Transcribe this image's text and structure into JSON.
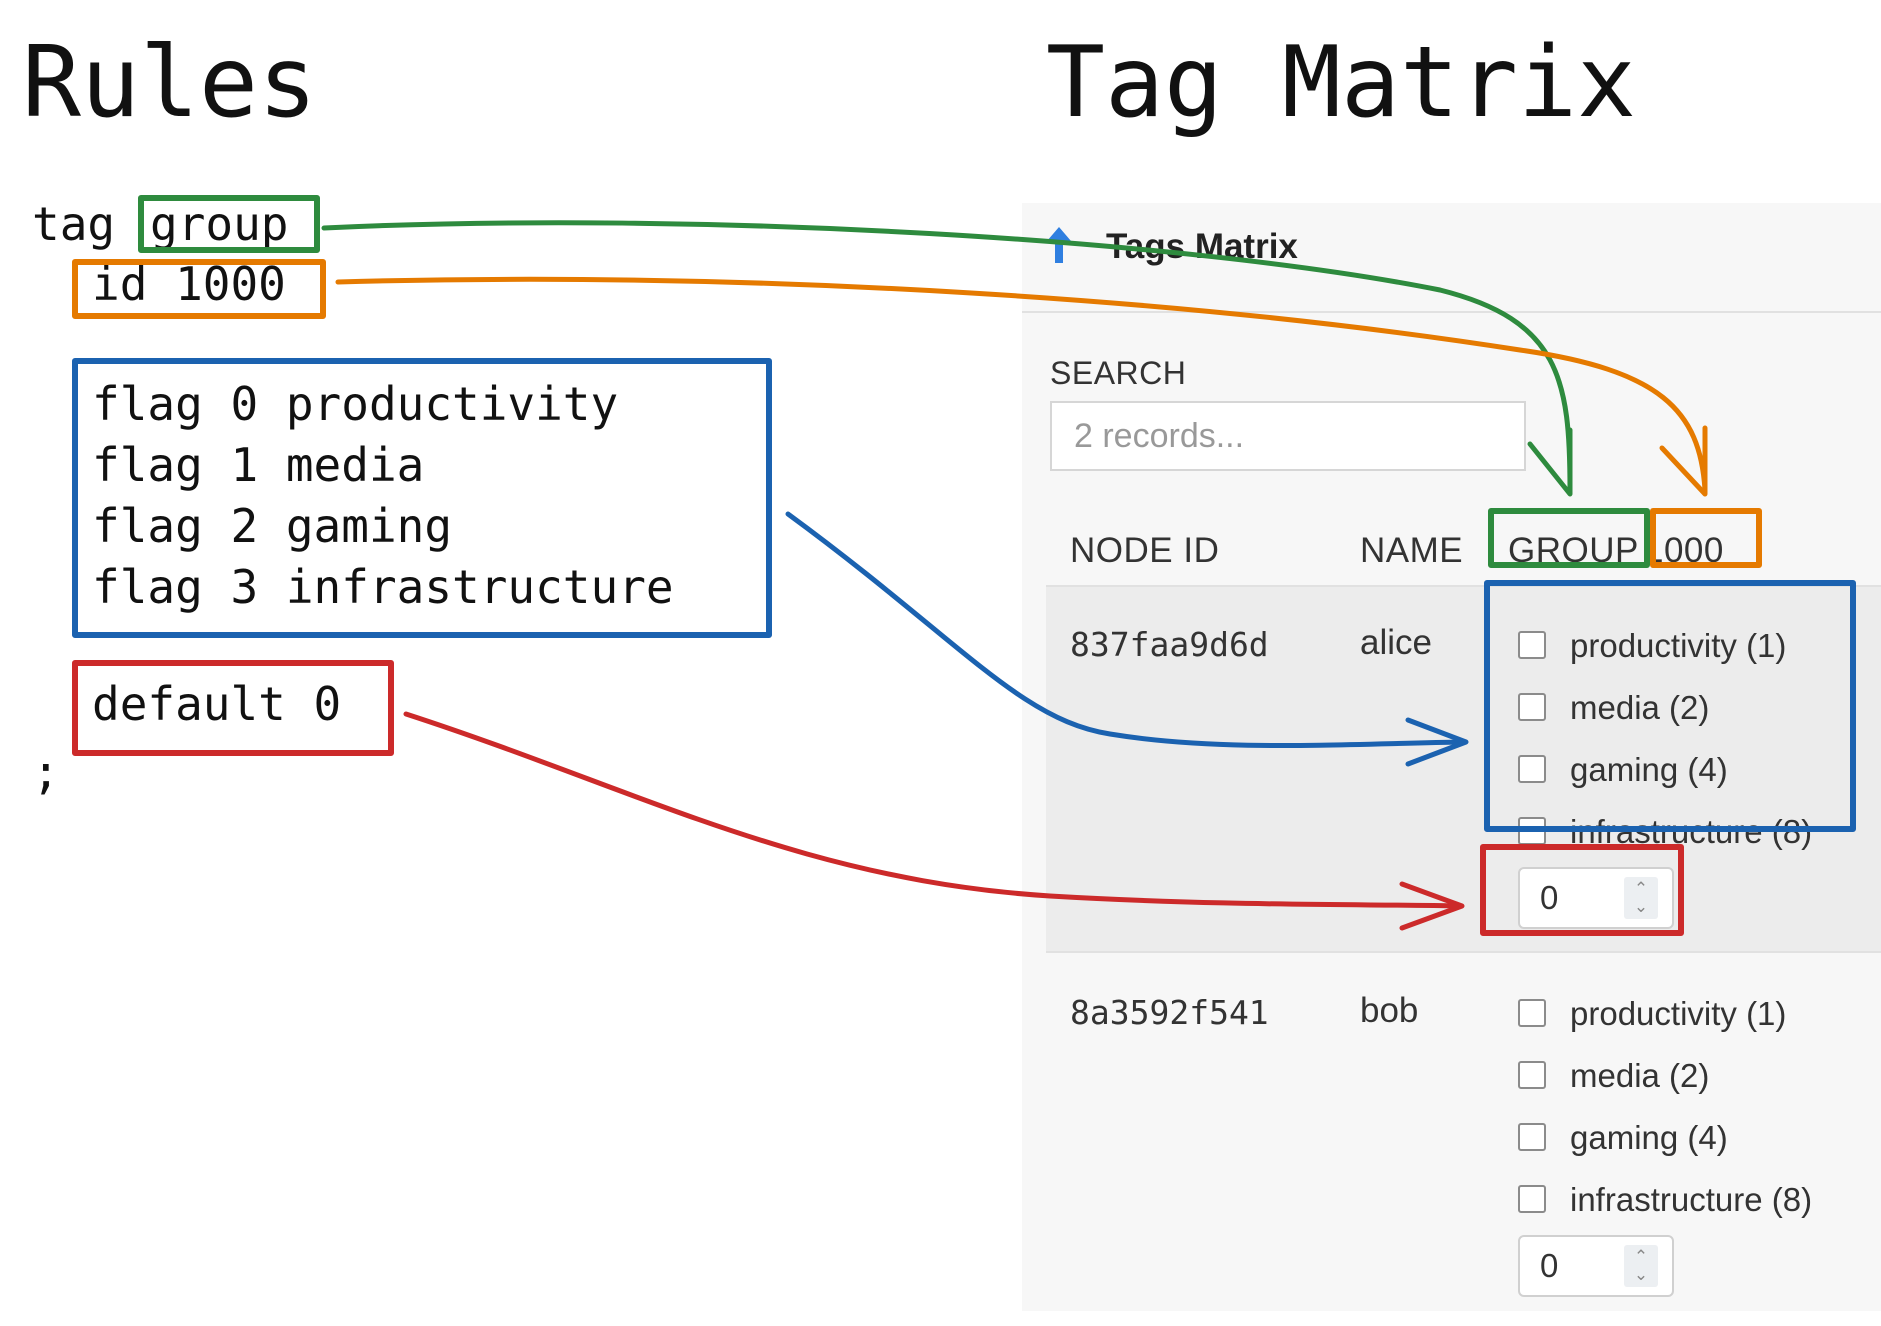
{
  "headings": {
    "left": "Rules",
    "right": "Tag Matrix"
  },
  "rules": {
    "tag_keyword": "tag",
    "tag_name": "group",
    "id_line": "id 1000",
    "flags": [
      "flag 0 productivity",
      "flag 1 media",
      "flag 2 gaming",
      "flag 3 infrastructure"
    ],
    "default_line": "default 0",
    "terminator": ";"
  },
  "matrix": {
    "title": "Tags Matrix",
    "search": {
      "label": "SEARCH",
      "placeholder": "2 records..."
    },
    "columns": {
      "node_id": "NODE ID",
      "name": "NAME",
      "group": "GROUP",
      "id": "1000"
    },
    "rows": [
      {
        "node_id": "837faa9d6d",
        "name": "alice",
        "flags": [
          "productivity (1)",
          "media (2)",
          "gaming (4)",
          "infrastructure (8)"
        ],
        "value": "0"
      },
      {
        "node_id": "8a3592f541",
        "name": "bob",
        "flags": [
          "productivity (1)",
          "media (2)",
          "gaming (4)",
          "infrastructure (8)"
        ],
        "value": "0"
      }
    ]
  },
  "colors": {
    "green": "#2e8b3e",
    "orange": "#e57a00",
    "blue": "#1b62b0",
    "red": "#cc2a2a",
    "sort_arrow": "#2f7fe0"
  },
  "icons": {
    "sort": "arrow-up-icon",
    "stepper": "chevron-up-down-icon"
  }
}
